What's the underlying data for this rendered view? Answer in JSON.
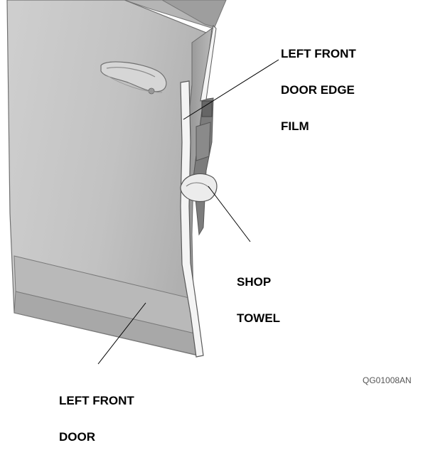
{
  "callouts": {
    "door_edge_film": {
      "line1": "LEFT FRONT",
      "line2": "DOOR EDGE",
      "line3": "FILM"
    },
    "shop_towel": {
      "line1": "SHOP",
      "line2": "TOWEL"
    },
    "front_door": {
      "line1": "LEFT FRONT",
      "line2": "DOOR"
    }
  },
  "figure_code": "QG01008AN",
  "colors": {
    "door_panel": "#c4c4c4",
    "door_shadow": "#9a9a9a",
    "film": "#f2f2f2",
    "towel": "#e8e8e8"
  }
}
